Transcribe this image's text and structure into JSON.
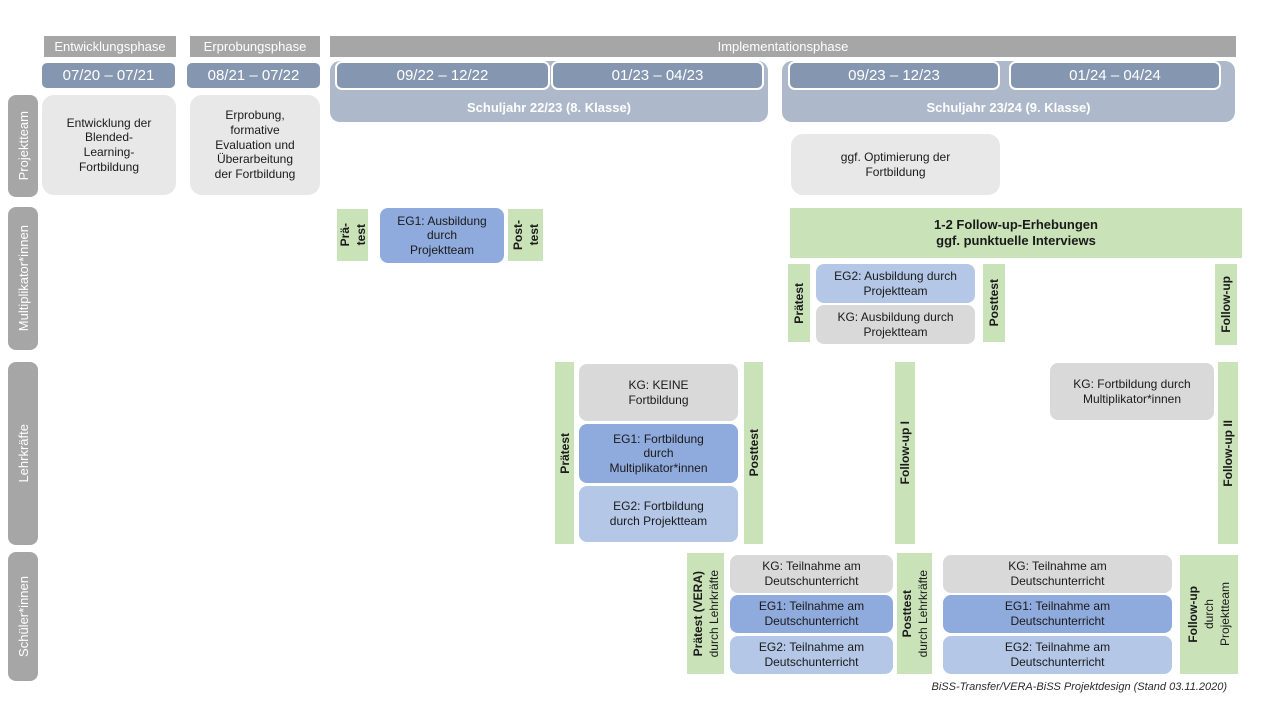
{
  "caption": "BiSS-Transfer/VERA-BiSS Projektdesign (Stand 03.11.2020)",
  "colors": {
    "phase_header_bg": "#a6a6a6",
    "sidebar_bg": "#a6a6a6",
    "date_pill_bg": "#8496b0",
    "schoolyear_bg": "#adb9ca",
    "box_lightgray": "#e9e8e8",
    "box_gray": "#d9d9d9",
    "box_blue_medium": "#8faadc",
    "box_blue_light": "#b4c7e7",
    "box_green": "#c9e2b8"
  },
  "header": {
    "phases": [
      {
        "label": "Entwicklungsphase"
      },
      {
        "label": "Erprobungsphase"
      },
      {
        "label": "Implementationsphase"
      }
    ],
    "standalone_dates": [
      "07/20 – 07/21",
      "08/21 – 07/22"
    ],
    "schoolyears": [
      {
        "label": "Schuljahr 22/23 (8. Klasse)",
        "dates": [
          "09/22 – 12/22",
          "01/23 – 04/23"
        ]
      },
      {
        "label": "Schuljahr 23/24 (9. Klasse)",
        "dates": [
          "09/23 – 12/23",
          "01/24 – 04/24"
        ]
      }
    ]
  },
  "sidebar": {
    "rows": [
      {
        "label": "Projektteam"
      },
      {
        "label": "Multiplikator*innen"
      },
      {
        "label": "Lehrkräfte"
      },
      {
        "label": "Schüler*innen"
      }
    ]
  },
  "projektteam": {
    "entwicklung": "Entwicklung der\nBlended-\nLearning-\nFortbildung",
    "erprobung": "Erprobung,\nformative\nEvaluation und\nÜberarbeitung\nder Fortbildung",
    "optimierung": "ggf. Optimierung der\nFortbildung"
  },
  "multiplikatoren": {
    "praetest1_line1": "Prä-",
    "praetest1_line2": "test",
    "eg1": "EG1: Ausbildung\ndurch\nProjektteam",
    "posttest1_line1": "Post-",
    "posttest1_line2": "test",
    "followup_banner": "1-2 Follow-up-Erhebungen\nggf. punktuelle Interviews",
    "praetest2": "Prätest",
    "eg2": "EG2: Ausbildung durch\nProjektteam",
    "kg": "KG: Ausbildung durch\nProjektteam",
    "posttest2": "Posttest",
    "followup": "Follow-up"
  },
  "lehrkraefte": {
    "praetest": "Prätest",
    "kg": "KG: KEINE\nFortbildung",
    "eg1": "EG1: Fortbildung\ndurch\nMultiplikator*innen",
    "eg2": "EG2: Fortbildung\ndurch Projektteam",
    "posttest": "Posttest",
    "followup1": "Follow-up I",
    "kg2": "KG: Fortbildung durch\nMultiplikator*innen",
    "followup2": "Follow-up II"
  },
  "schueler": {
    "praetest_bold": "Prätest (VERA)",
    "praetest_sub": "durch Lehrkräfte",
    "kg": "KG: Teilnahme am\nDeutschunterricht",
    "eg1": "EG1: Teilnahme am\nDeutschunterricht",
    "eg2": "EG2: Teilnahme am\nDeutschunterricht",
    "posttest_bold": "Posttest",
    "posttest_sub": "durch Lehrkräfte",
    "followup_bold": "Follow-up",
    "followup_sub1": "durch",
    "followup_sub2": "Projektteam"
  }
}
